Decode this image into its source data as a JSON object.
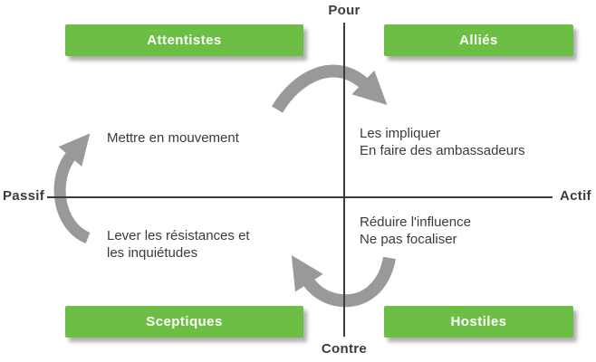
{
  "diagram": {
    "title": "stakeholder attitude matrix",
    "axes": {
      "top_label": "Pour",
      "bottom_label": "Contre",
      "left_label": "Passif",
      "right_label": "Actif"
    },
    "quadrants": {
      "attentistes": {
        "label": "Attentistes",
        "position": "top-left"
      },
      "allies": {
        "label": "Alliés",
        "position": "top-right"
      },
      "sceptiques": {
        "label": "Sceptiques",
        "position": "bottom-left"
      },
      "hostiles": {
        "label": "Hostiles",
        "position": "bottom-right"
      }
    },
    "annotations": {
      "attentistes": {
        "lines": [
          "Mettre en mouvement",
          ""
        ]
      },
      "allies": {
        "lines": [
          "Les impliquer",
          "En faire des ambassadeurs"
        ]
      },
      "sceptiques": {
        "lines": [
          "Lever les résistances et",
          "les inquiétudes"
        ]
      },
      "hostiles": {
        "lines": [
          "Réduire l'influence",
          "Ne pas focaliser"
        ]
      }
    },
    "arrows": {
      "top": {
        "from": "Attentistes",
        "to": "Alliés"
      },
      "bottom": {
        "from": "Hostiles",
        "to": "Sceptiques"
      },
      "left": {
        "from": "Sceptiques",
        "to": "Attentistes"
      }
    },
    "colors": {
      "box_green": "#6cbe45",
      "arrow_gray": "#999998",
      "axis_dark": "#3b3b3b",
      "text_dark": "#3b3b3b",
      "box_text": "#ffffff",
      "background": "#ffffff"
    }
  }
}
